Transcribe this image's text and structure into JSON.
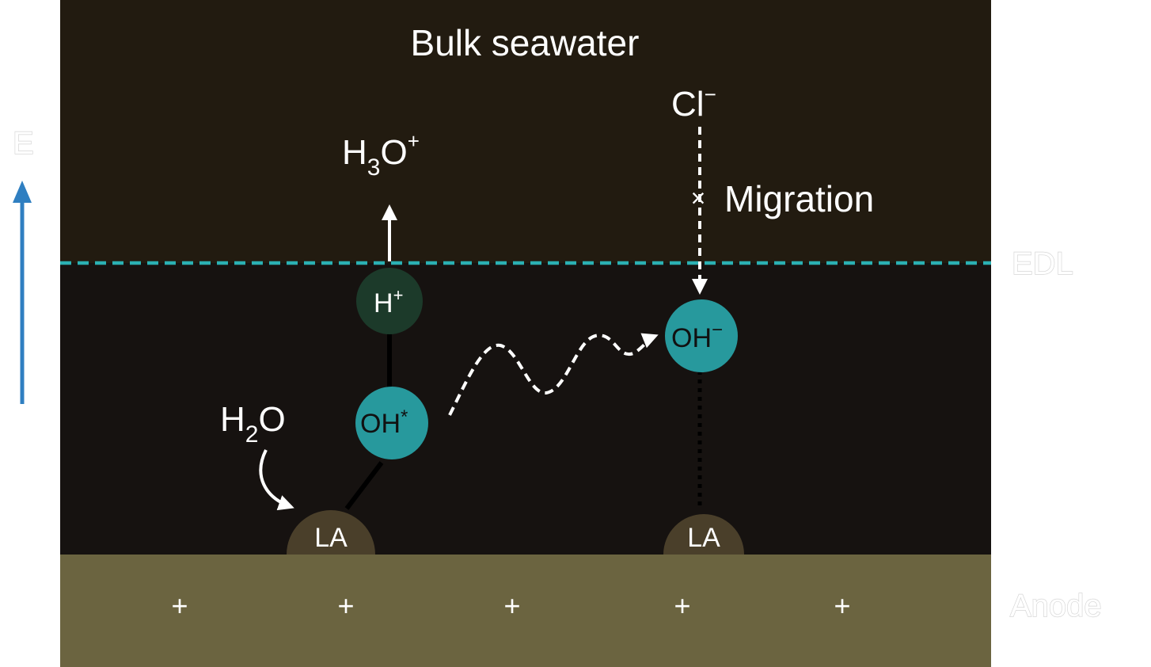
{
  "colors": {
    "bulk_top": "#221b10",
    "bulk_bottom": "#1a1410",
    "edl_region": "#161210",
    "anode": "#6b6440",
    "edl_line": "#2bb0b3",
    "field_arrow": "#2f7fc1",
    "oh_sphere": "#27999d",
    "h_sphere": "#1c3a2a",
    "la_sphere": "#4a3f2a"
  },
  "labels": {
    "bulk": "Bulk seawater",
    "field": "E",
    "edl": "EDL",
    "anode": "Anode",
    "h3o_main": "H",
    "h3o_sub": "3",
    "h3o_tail": "O",
    "h3o_sup": "+",
    "cl_main": "Cl",
    "cl_sup": "−",
    "migration": "Migration",
    "block_mark": "×",
    "h_main": "H",
    "h_sup": "+",
    "ohstar_main": "OH",
    "ohstar_sup": "*",
    "ohminus_main": "OH",
    "ohminus_sup": "−",
    "h2o_main": "H",
    "h2o_sub": "2",
    "h2o_tail": "O",
    "la_left": "LA",
    "la_right": "LA"
  },
  "anode_charges": [
    "+",
    "+",
    "+",
    "+",
    "+"
  ]
}
